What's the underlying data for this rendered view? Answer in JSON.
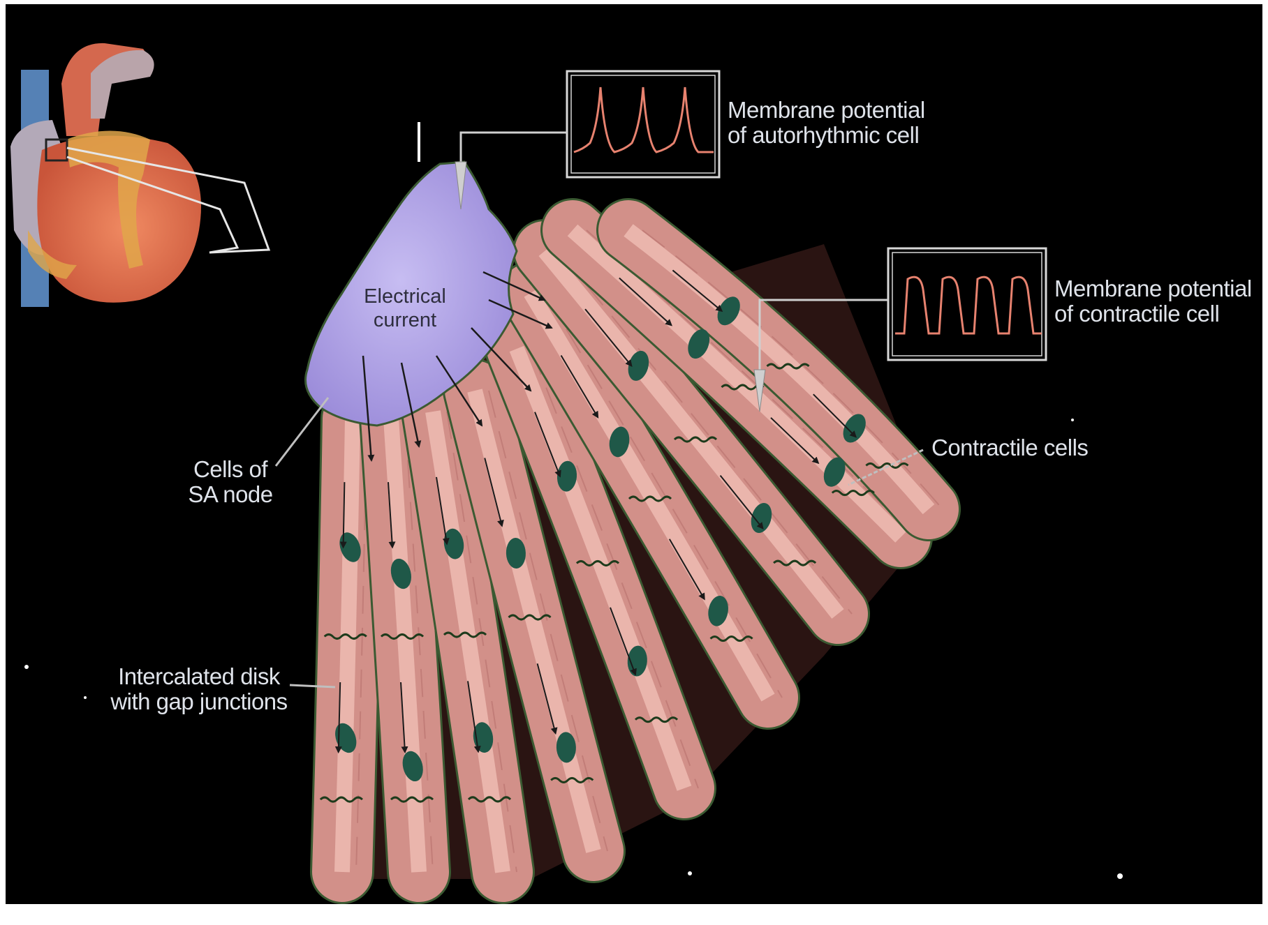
{
  "labels": {
    "electrical_current_line1": "Electrical",
    "electrical_current_line2": "current",
    "autorhythmic_line1": "Membrane potential",
    "autorhythmic_line2": "of autorhythmic cell",
    "contractile_potential_line1": "Membrane potential",
    "contractile_potential_line2": "of contractile cell",
    "contractile_cells": "Contractile cells",
    "sa_node_line1": "Cells of",
    "sa_node_line2": "SA node",
    "intercalated_line1": "Intercalated disk",
    "intercalated_line2": "with gap junctions"
  },
  "colors": {
    "background": "#000000",
    "border": "#ffffff",
    "sa_node": "#a79adf",
    "muscle_cell": "#d7918a",
    "muscle_highlight": "#f0bdb4",
    "muscle_edge": "#3b5a32",
    "nucleus": "#1f5848",
    "trace": "#e7826f",
    "label_text": "#dfe3ea",
    "heart": "#e2704f"
  }
}
